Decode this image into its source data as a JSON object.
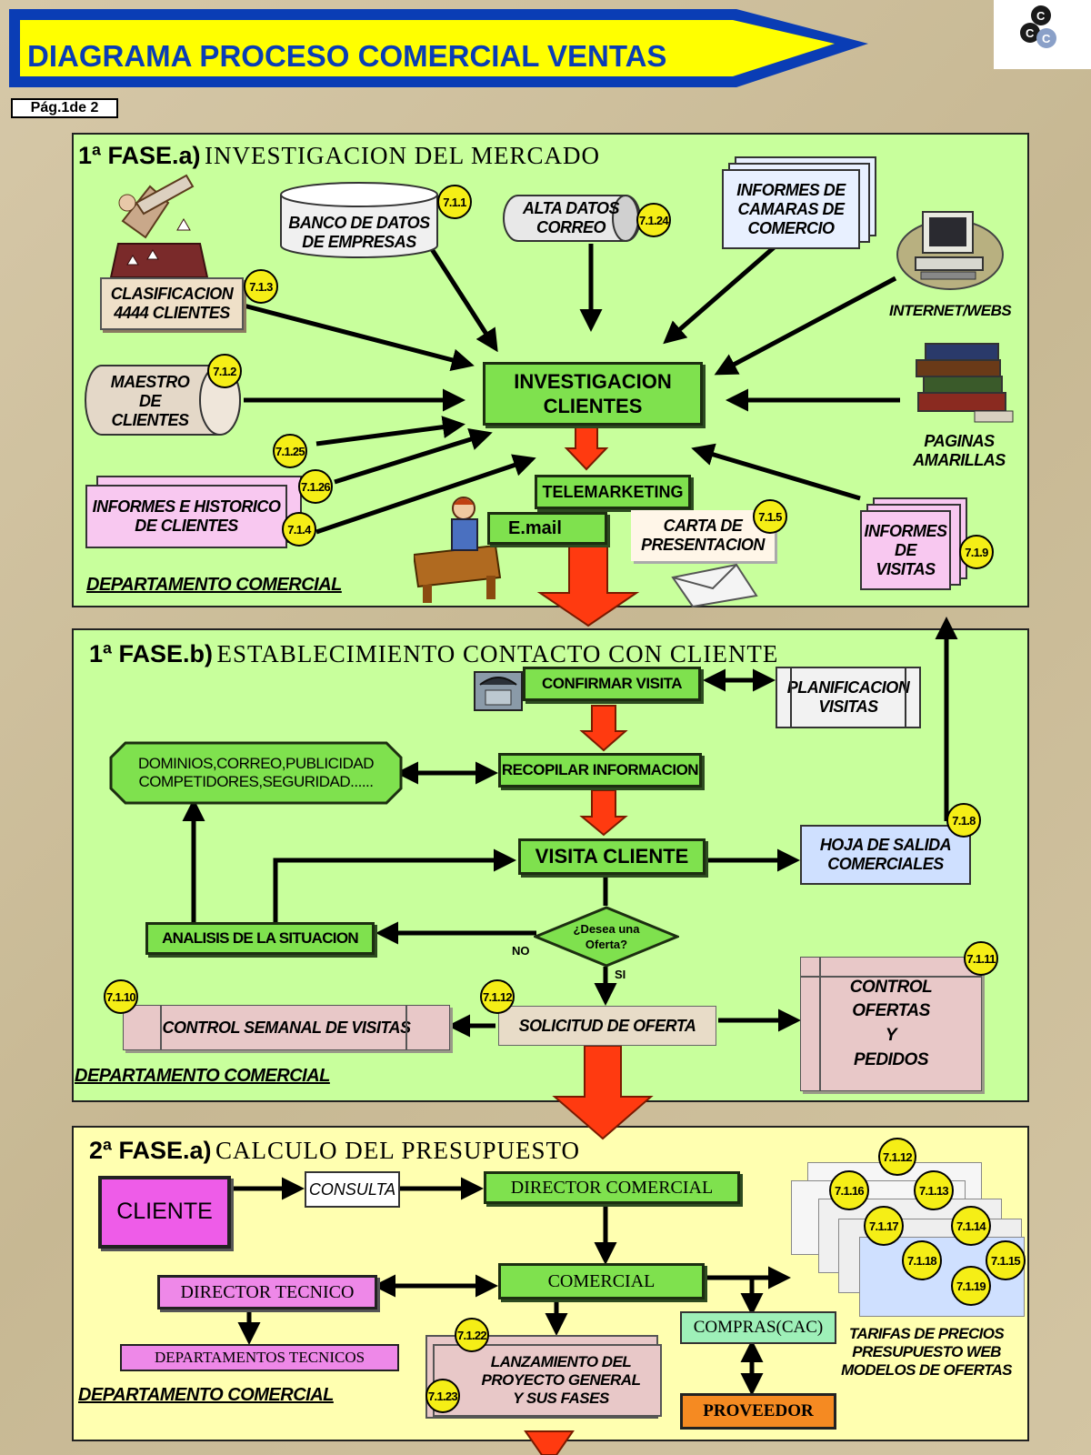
{
  "title": "DIAGRAMA  PROCESO COMERCIAL  VENTAS",
  "page_label": "Pág.1de 2",
  "logo_letters": "CCC",
  "department_label": "DEPARTAMENTO COMERCIAL",
  "colors": {
    "panel_green": "#c8ff9c",
    "panel_yellow": "#ffffb0",
    "box_green": "#7fe14e",
    "arrow_red": "#ff3a10",
    "badge_yellow": "#f5ee16",
    "banner_blue": "#0a3db5",
    "banner_yellow": "#ffff00"
  },
  "phase1a": {
    "prefix": "1ª FASE.a)",
    "name": "INVESTIGACION DEL MERCADO",
    "clasificacion": {
      "line1": "CLASIFICACION",
      "line2": "4444 CLIENTES",
      "badge": "7.1.3"
    },
    "banco": {
      "line1": "BANCO DE DATOS",
      "line2": "DE EMPRESAS",
      "badge": "7.1.1"
    },
    "alta": {
      "line1": "ALTA DATOS",
      "line2": "CORREO",
      "badge": "7.1.24"
    },
    "camaras": {
      "line1": "INFORMES DE",
      "line2": "CAMARAS DE",
      "line3": "COMERCIO"
    },
    "internet": "INTERNET/WEBS",
    "maestro": {
      "line1": "MAESTRO",
      "line2": "DE",
      "line3": "CLIENTES",
      "badge": "7.1.2"
    },
    "investigacion": {
      "line1": "INVESTIGACION",
      "line2": "CLIENTES"
    },
    "paginas": {
      "line1": "PAGINAS",
      "line2": "AMARILLAS"
    },
    "informes_historico": {
      "line1": "INFORMES E HISTORICO",
      "line2": "DE CLIENTES"
    },
    "badges_left": [
      "7.1.25",
      "7.1.26",
      "7.1.4"
    ],
    "telemarketing": "TELEMARKETING",
    "email": "E.mail",
    "carta": {
      "line1": "CARTA DE",
      "line2": "PRESENTACION",
      "badge": "7.1.5"
    },
    "informes_visitas": {
      "line1": "INFORMES",
      "line2": "DE",
      "line3": "VISITAS",
      "badge": "7.1.9"
    }
  },
  "phase1b": {
    "prefix": "1ª FASE.b)",
    "name": "ESTABLECIMIENTO CONTACTO CON CLIENTE",
    "confirmar": "CONFIRMAR VISITA",
    "planificacion": {
      "line1": "PLANIFICACION",
      "line2": "VISITAS"
    },
    "dominios": {
      "line1": "DOMINIOS,CORREO,PUBLICIDAD",
      "line2": "COMPETIDORES,SEGURIDAD......"
    },
    "recopilar": "RECOPILAR INFORMACION",
    "visita": "VISITA CLIENTE",
    "hoja": {
      "line1": "HOJA DE SALIDA",
      "line2": "COMERCIALES",
      "badge": "7.1.8"
    },
    "analisis": "ANALISIS DE LA SITUACION",
    "decision": {
      "line1": "¿Desea una",
      "line2": "Oferta?",
      "no": "NO",
      "si": "SI"
    },
    "solicitud": {
      "label": "SOLICITUD DE OFERTA",
      "badge": "7.1.12"
    },
    "control_semanal": {
      "label": "CONTROL SEMANAL DE VISITAS",
      "badge": "7.1.10"
    },
    "control_ofertas": {
      "line1": "CONTROL",
      "line2": "OFERTAS",
      "line3": "Y",
      "line4": "PEDIDOS",
      "badge": "7.1.11"
    }
  },
  "phase2a": {
    "prefix": "2ª FASE.a)",
    "name": "CALCULO DEL PRESUPUESTO",
    "cliente": "CLIENTE",
    "consulta": "CONSULTA",
    "director_comercial": "DIRECTOR COMERCIAL",
    "comercial": "COMERCIAL",
    "director_tecnico": "DIRECTOR TECNICO",
    "dept_tecnicos": "DEPARTAMENTOS TECNICOS",
    "compras": "COMPRAS(CAC)",
    "proveedor": "PROVEEDOR",
    "lanzamiento": {
      "line1": "LANZAMIENTO DEL",
      "line2": "PROYECTO GENERAL",
      "line3": "Y SUS FASES",
      "badges": [
        "7.1.22",
        "7.1.23"
      ]
    },
    "tarifas": {
      "line1": "TARIFAS DE PRECIOS",
      "line2": "PRESUPUESTO WEB",
      "line3": "MODELOS DE OFERTAS"
    },
    "badges_cluster": [
      "7.1.12",
      "7.1.16",
      "7.1.13",
      "7.1.17",
      "7.1.14",
      "7.1.18",
      "7.1.15",
      "7.1.19"
    ]
  }
}
